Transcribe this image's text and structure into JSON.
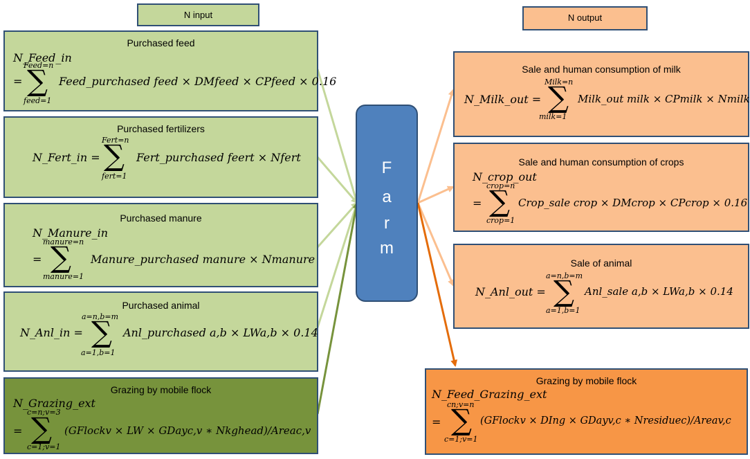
{
  "headers": {
    "input": "N input",
    "output": "N output"
  },
  "farm": {
    "letters": [
      "F",
      "a",
      "r",
      "m"
    ]
  },
  "inputs": [
    {
      "title": "Purchased feed",
      "pre": "N_Feed_in",
      "lhs": "=",
      "upper": "Feed=n",
      "lower": "feed=1",
      "expr": "Feed_purchased   feed × DMfeed × CPfeed × 0.16"
    },
    {
      "title": "Purchased fertilizers",
      "pre": "",
      "lhs": "N_Fert_in =",
      "upper": "Fert=n",
      "lower": "fert=1",
      "expr": "Fert_purchased   feert × Nfert"
    },
    {
      "title": "Purchased manure",
      "pre": "N_Manure_in",
      "lhs": "=",
      "upper": "manure=n",
      "lower": "manure=1",
      "expr": "Manure_purchased   manure × Nmanure"
    },
    {
      "title": "Purchased animal",
      "pre": "",
      "lhs": "N_Anl_in =",
      "upper": "a=n,b=m",
      "lower": "a=1,b=1",
      "expr": "Anl_purchased   a,b × LWa,b × 0.14"
    },
    {
      "title": "Grazing by mobile flock",
      "pre": "N_Grazing_ext",
      "lhs": "=",
      "upper": "c=n;v=3",
      "lower": "c=1;v=1",
      "expr": "(GFlockv × LW   × GDayc,v ∗ Nkghead)/Areac,v"
    }
  ],
  "outputs": [
    {
      "title": "Sale and human consumption of milk",
      "pre": "",
      "lhs": "N_Milk_out =",
      "upper": "Milk=n",
      "lower": "milk=1",
      "expr": "Milk_out   milk × CPmilk × Nmilk"
    },
    {
      "title": "Sale and human consumption of crops",
      "pre": "N_crop_out",
      "lhs": "=",
      "upper": "crop=n",
      "lower": "crop=1",
      "expr": "Crop_sale   crop × DMcrop × CPcrop × 0.16"
    },
    {
      "title": "Sale of animal",
      "pre": "",
      "lhs": "N_Anl_out =",
      "upper": "a=n,b=m",
      "lower": "a=1,b=1",
      "expr": "Anl_sale   a,b × LWa,b × 0.14"
    },
    {
      "title": "Grazing by mobile flock",
      "pre": "N_Feed_Grazing_ext",
      "lhs": "=",
      "upper": "cn;v=n",
      "lower": "c=1;v=1",
      "expr": "(GFlockv × DIng   × GDayv,c ∗ Nresiduec)/Areav,c"
    }
  ],
  "colors": {
    "input_light": "#c4d79b",
    "input_dark": "#77933c",
    "output_light": "#fbbf8f",
    "output_dark": "#f79646",
    "farm": "#4f81bd",
    "arrow_input_light": "#c4d79b",
    "arrow_input_dark": "#77933c",
    "arrow_output_light": "#fbbf8f",
    "arrow_output_dark": "#e46c0a"
  }
}
